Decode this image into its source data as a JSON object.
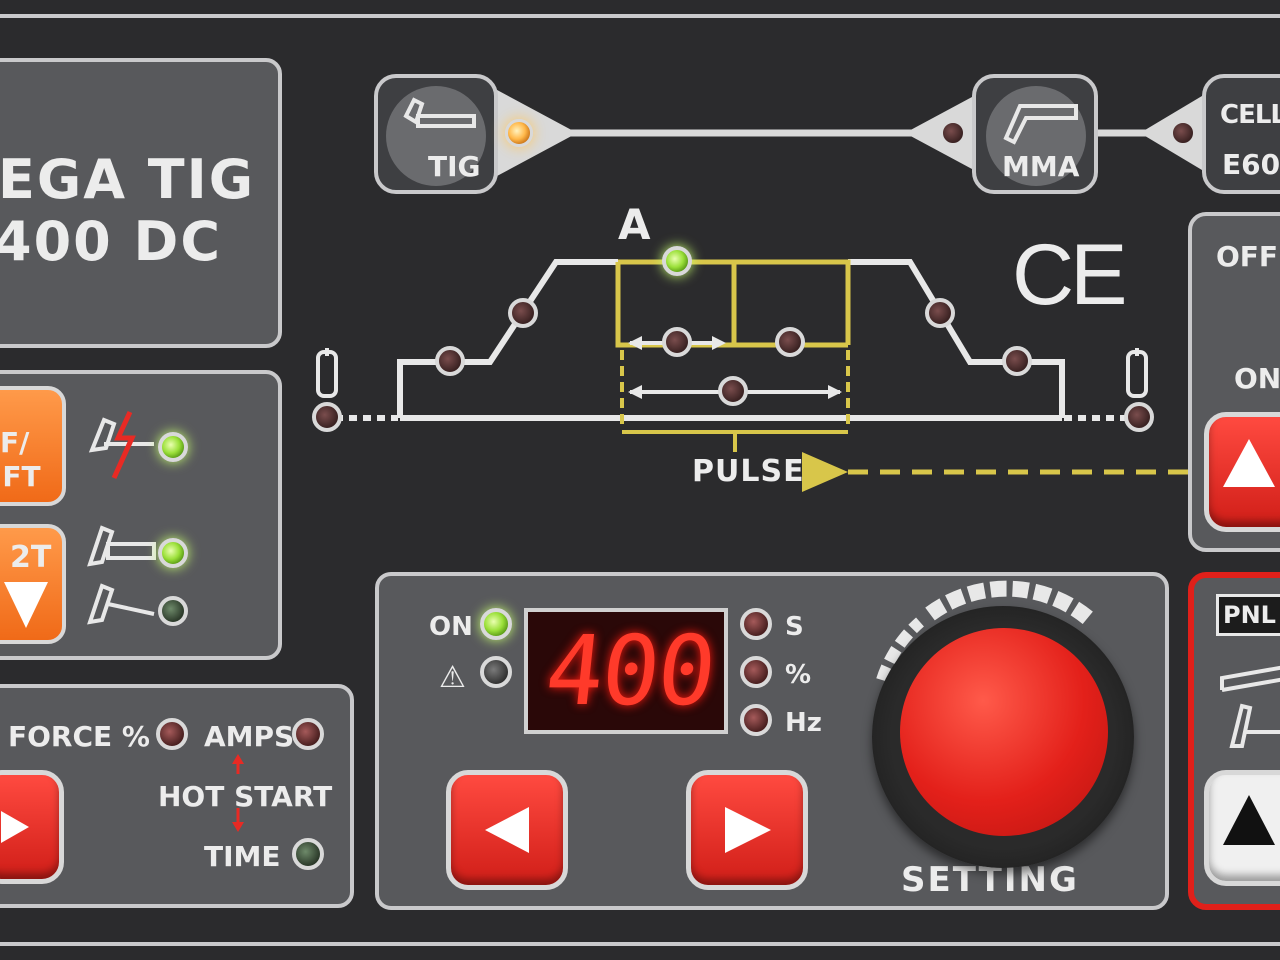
{
  "model": {
    "line1": "EGA TIG",
    "line2": "400 DC"
  },
  "modes": {
    "tig": "TIG",
    "mma": "MMA",
    "cellulose_top": "CELLUL",
    "cellulose_bottom": "E60"
  },
  "waveform": {
    "a_label": "A",
    "pulse_label": "PULSE"
  },
  "ce_mark": "CE",
  "right_panel": {
    "off": "OFF",
    "on": "ON",
    "pnl": "PNL"
  },
  "left_buttons": {
    "lift_top": "F/",
    "lift_bottom": "IFT",
    "trigger": "2T"
  },
  "mma_panel": {
    "arc_force": "FORCE %",
    "amps": "AMPS",
    "hot_start": "HOT START",
    "time": "TIME"
  },
  "display": {
    "on_label": "ON",
    "warning_label": "⚠",
    "value": "400",
    "unit_s": "S",
    "unit_percent": "%",
    "unit_hz": "Hz"
  },
  "knob": {
    "label": "SETTING"
  },
  "colors": {
    "panel": "#58595c",
    "border": "#c9c9cb",
    "button_red": "#e8261e",
    "button_orange": "#f47a28",
    "led_green": "#9be03a",
    "pulse_yellow": "#d8c64a",
    "display_red": "#ff2a22"
  }
}
